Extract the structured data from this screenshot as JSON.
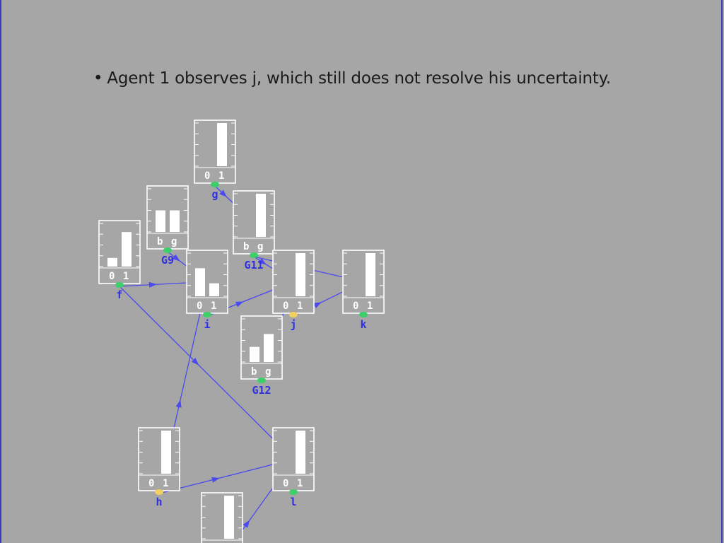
{
  "slide": {
    "bullet": "•",
    "text": "Agent 1 observes j, which still does not resolve his uncertainty."
  },
  "colors": {
    "background": "#a6a6a6",
    "frame": "#3a3ab8",
    "edge": "#4a4aee",
    "node_label": "#3030e0",
    "observed_dot": "#f0d060",
    "unobserved_dot": "#3ccf6a"
  },
  "nodes": [
    {
      "id": "g",
      "name": "g",
      "states": [
        "0",
        "1"
      ],
      "probs": [
        0.0,
        1.0
      ],
      "dot": "green"
    },
    {
      "id": "G9",
      "name": "G9",
      "states": [
        "b",
        "g"
      ],
      "probs": [
        0.5,
        0.5
      ],
      "dot": "green"
    },
    {
      "id": "G11",
      "name": "G11",
      "states": [
        "b",
        "g"
      ],
      "probs": [
        0.0,
        1.0
      ],
      "dot": "green"
    },
    {
      "id": "f",
      "name": "f",
      "states": [
        "0",
        "1"
      ],
      "probs": [
        0.2,
        0.8
      ],
      "dot": "green"
    },
    {
      "id": "i",
      "name": "i",
      "states": [
        "0",
        "1"
      ],
      "probs": [
        0.65,
        0.3
      ],
      "dot": "green"
    },
    {
      "id": "j",
      "name": "j",
      "states": [
        "0",
        "1"
      ],
      "probs": [
        0.0,
        1.0
      ],
      "dot": "yellow"
    },
    {
      "id": "k",
      "name": "k",
      "states": [
        "0",
        "1"
      ],
      "probs": [
        0.0,
        1.0
      ],
      "dot": "green"
    },
    {
      "id": "G12",
      "name": "G12",
      "states": [
        "b",
        "g"
      ],
      "probs": [
        0.35,
        0.65
      ],
      "dot": "green"
    },
    {
      "id": "h",
      "name": "h",
      "states": [
        "0",
        "1"
      ],
      "probs": [
        0.0,
        1.0
      ],
      "dot": "yellow"
    },
    {
      "id": "l",
      "name": "l",
      "states": [
        "0",
        "1"
      ],
      "probs": [
        0.0,
        1.0
      ],
      "dot": "green"
    },
    {
      "id": "m",
      "name": "",
      "states": [],
      "probs": [
        0.0,
        1.0
      ],
      "dot": "none"
    }
  ],
  "edges": [
    {
      "from": "g",
      "to": "G11"
    },
    {
      "from": "G11",
      "to": "j"
    },
    {
      "from": "G9",
      "to": "i"
    },
    {
      "from": "f",
      "to": "i"
    },
    {
      "from": "f",
      "to": "l"
    },
    {
      "from": "i",
      "to": "j"
    },
    {
      "from": "j",
      "to": "k"
    },
    {
      "from": "G11",
      "to": "k"
    },
    {
      "from": "h",
      "to": "i"
    },
    {
      "from": "h",
      "to": "l"
    },
    {
      "from": "m",
      "to": "l"
    },
    {
      "from": "G12",
      "to": "j"
    }
  ]
}
